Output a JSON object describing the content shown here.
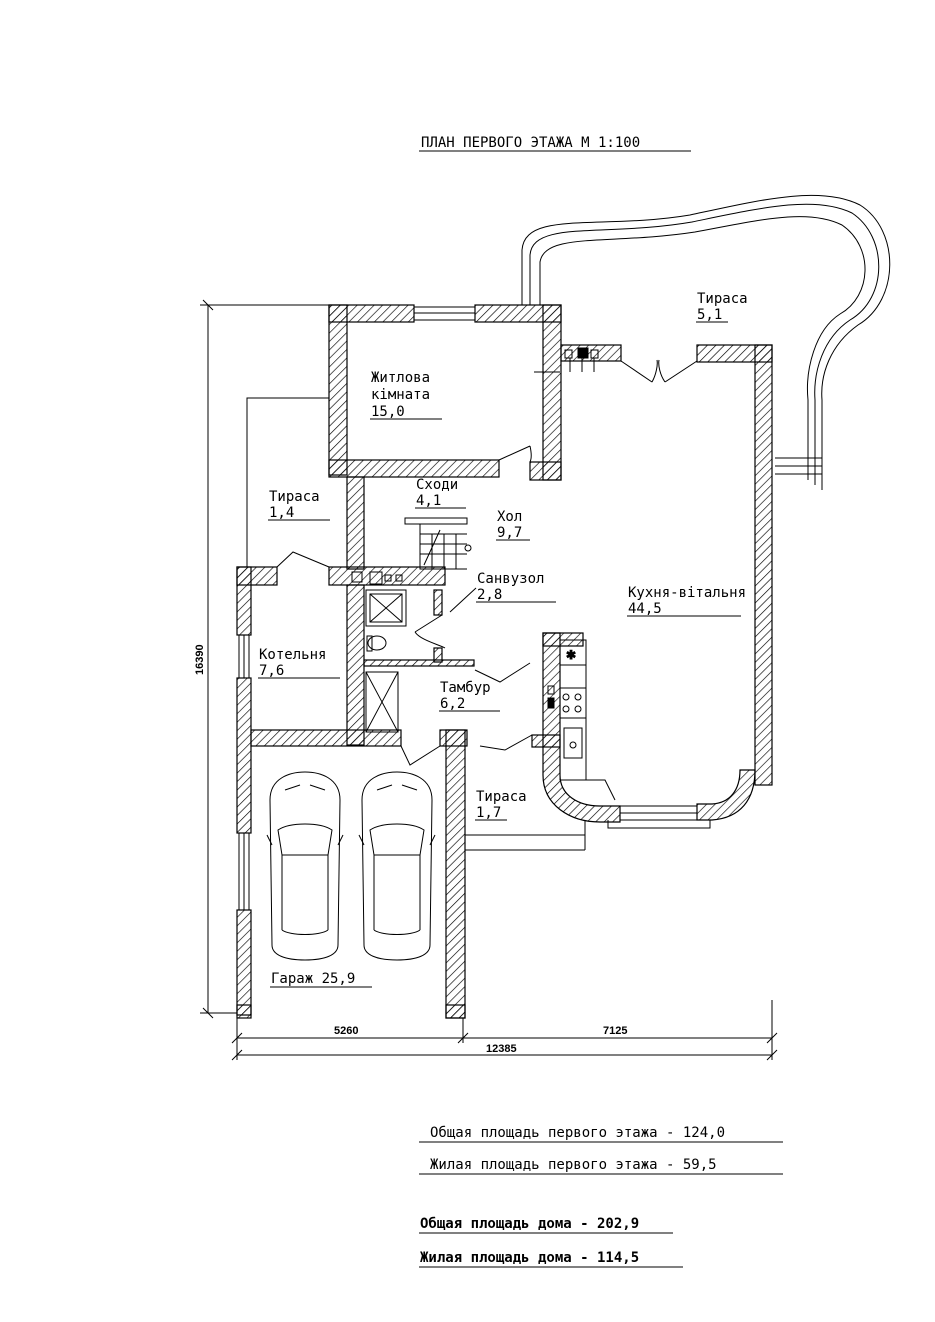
{
  "title": "ПЛАН ПЕРВОГО ЭТАЖА  М 1:100",
  "rooms": {
    "terrace_top": {
      "name": "Тираса",
      "area": "5,1"
    },
    "living_room": {
      "name1": "Житлова",
      "name2": "кімната",
      "area": "15,0"
    },
    "stairs": {
      "name": "Сходи",
      "area": "4,1"
    },
    "hall": {
      "name": "Хол",
      "area": "9,7"
    },
    "terrace_left": {
      "name": "Тираса",
      "area": "1,4"
    },
    "bathroom": {
      "name": "Санвузол",
      "area": "2,8"
    },
    "kitchen": {
      "name": "Кухня-вітальня",
      "area": "44,5"
    },
    "boiler": {
      "name": "Котельня",
      "area": "7,6"
    },
    "vestibule": {
      "name": "Тамбур",
      "area": "6,2"
    },
    "terrace_bottom": {
      "name": "Тираса",
      "area": "1,7"
    },
    "garage": {
      "label": "Гараж 25,9"
    }
  },
  "dimensions": {
    "height": "16390",
    "left_width": "5260",
    "right_width": "7125",
    "total_width": "12385"
  },
  "summary": {
    "floor_total": "Общая площадь первого этажа - 124,0",
    "floor_living": "Жилая площадь первого этажа  - 59,5",
    "house_total": "Общая площадь дома - 202,9",
    "house_living": "Жилая площадь дома -  114,5"
  },
  "colors": {
    "line": "#000000",
    "background": "#ffffff"
  }
}
